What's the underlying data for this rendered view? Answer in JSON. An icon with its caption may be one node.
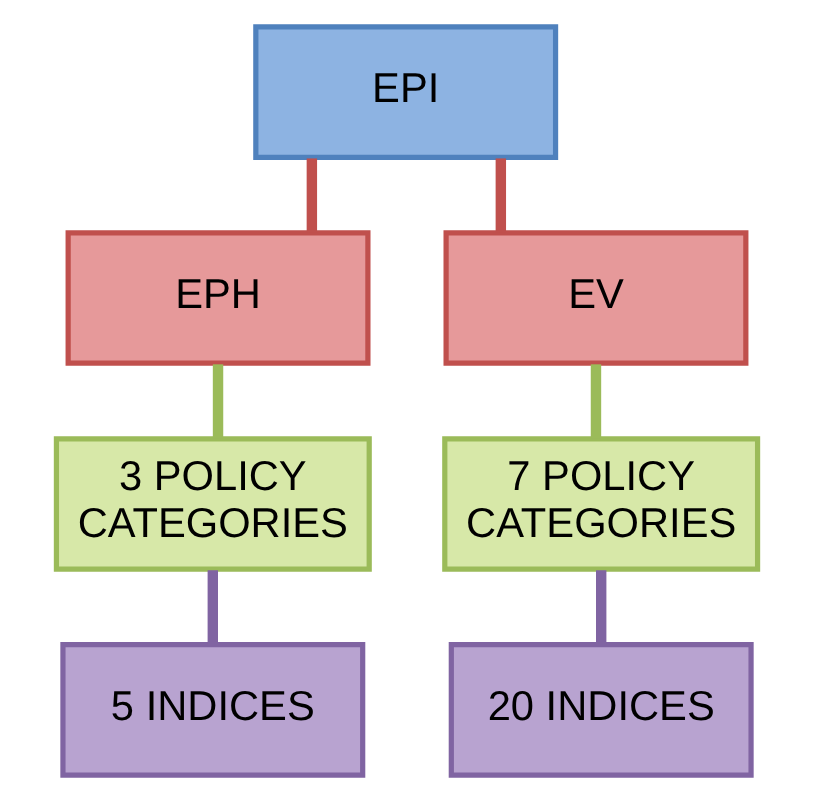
{
  "diagram": {
    "nodes": [
      {
        "text": [
          "EPI"
        ]
      },
      {
        "text": [
          "EPH"
        ]
      },
      {
        "text": [
          "EV"
        ]
      },
      {
        "text": [
          "3 POLICY CATEGORIES"
        ]
      },
      {
        "text": [
          "7 POLICY CATEGORIES"
        ]
      },
      {
        "text": [
          "5 INDICES"
        ]
      },
      {
        "text": [
          "20 INDICES"
        ]
      }
    ],
    "edges": [
      {
        "from": 0,
        "to": 1,
        "arrow": "none",
        "color": "#c0504d"
      },
      {
        "from": 0,
        "to": 2,
        "arrow": "none",
        "color": "#c0504d"
      },
      {
        "from": 1,
        "to": 3,
        "arrow": "none",
        "color": "#9bbb59"
      },
      {
        "from": 2,
        "to": 4,
        "arrow": "none",
        "color": "#9bbb59"
      },
      {
        "from": 3,
        "to": 5,
        "arrow": "none",
        "color": "#8064a2"
      },
      {
        "from": 4,
        "to": 6,
        "arrow": "none",
        "color": "#8064a2"
      }
    ]
  }
}
